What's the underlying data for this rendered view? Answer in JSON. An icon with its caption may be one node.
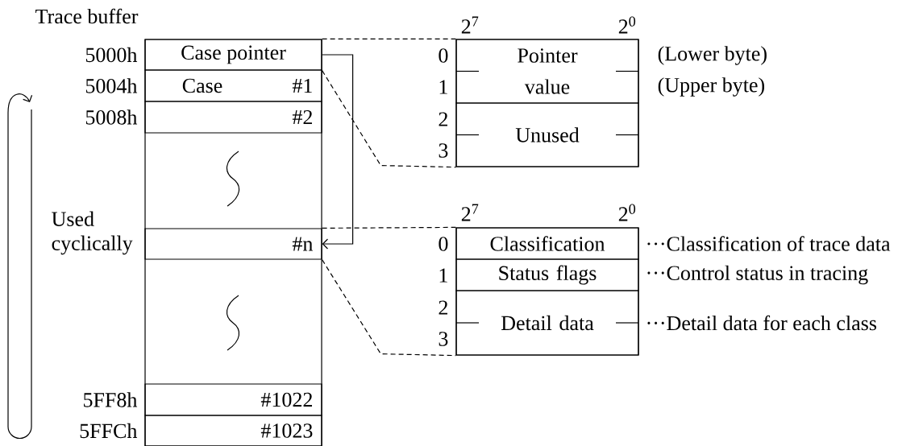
{
  "diagram": {
    "nodes": [
      {
        "text": [
          "Trace buffer"
        ]
      },
      {
        "text": [
          "Case pointer"
        ],
        "in": 0,
        "beside": [
          "5000h"
        ]
      },
      {
        "text": [
          "Case",
          "#1"
        ],
        "in": 0,
        "beside": [
          "5004h"
        ]
      },
      {
        "text": [
          "#2"
        ],
        "in": 0,
        "beside": [
          "5008h"
        ]
      },
      {
        "text": [
          "#n"
        ],
        "in": 0
      },
      {
        "text": [
          "#1022"
        ],
        "in": 0,
        "beside": [
          "5FF8h"
        ]
      },
      {
        "text": [
          "#1023"
        ],
        "in": 0,
        "beside": [
          "5FFCh"
        ]
      },
      {
        "text": [],
        "shape": "box"
      },
      {
        "text": [
          "Pointer value"
        ],
        "in": 7,
        "beside": [
          "(Lower byte)",
          "(Upper byte)"
        ]
      },
      {
        "text": [
          "Unused"
        ],
        "in": 7
      },
      {
        "text": [],
        "shape": "box"
      },
      {
        "text": [
          "Classification"
        ],
        "in": 10,
        "beside": [
          "···Classification of trace data"
        ]
      },
      {
        "text": [
          "Status flags"
        ],
        "in": 10,
        "beside": [
          "···Control status in tracing"
        ]
      },
      {
        "text": [
          "Detail data"
        ],
        "in": 10,
        "beside": [
          "···Detail data for each class"
        ]
      }
    ],
    "edges": [
      {
        "from": 1,
        "to": 4,
        "arrow": "to"
      },
      {
        "from": 1,
        "to": 7,
        "arrow": "none",
        "style": "dashed"
      },
      {
        "from": 1,
        "to": 7,
        "arrow": "none",
        "style": "dashed"
      },
      {
        "from": 4,
        "to": 10,
        "arrow": "none",
        "style": "dashed"
      },
      {
        "from": 4,
        "to": 10,
        "arrow": "none",
        "style": "dashed"
      }
    ],
    "labels": [
      "Used cyclically",
      "2$^{7}$",
      "2$^{0}$",
      "0",
      "1",
      "2",
      "3",
      "2$^{7}$",
      "2$^{0}$",
      "0",
      "1",
      "2",
      "3"
    ]
  }
}
